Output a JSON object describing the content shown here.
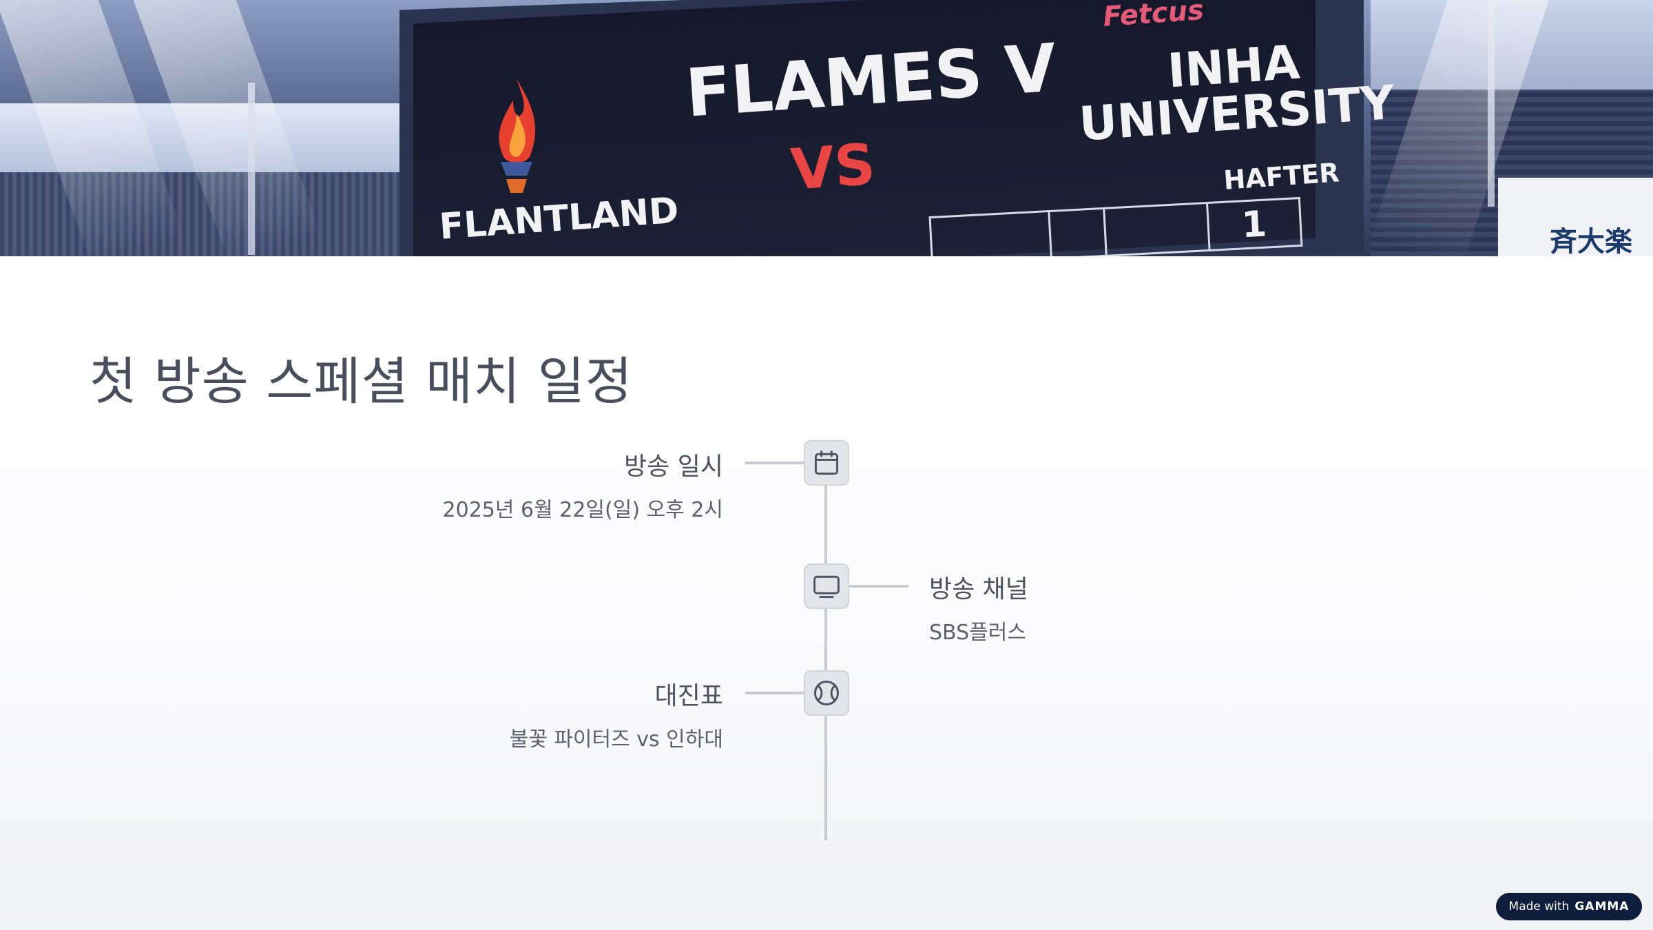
{
  "hero": {
    "board_team_left": "FLANTLAND",
    "board_team_main": "FLAMES V",
    "board_vs": "VS",
    "board_team_right_line1": "INHA",
    "board_team_right_line2": "UNIVERSITY",
    "board_score_label": "HAFTER",
    "board_badge": "Fetcus",
    "board_score_value": "1",
    "ad_text": "斉大楽園"
  },
  "page": {
    "title": "첫 방송 스페셜 매치 일정"
  },
  "timeline": {
    "items": [
      {
        "label": "방송 일시",
        "value": "2025년 6월 22일(일) 오후 2시",
        "icon": "calendar-icon"
      },
      {
        "label": "방송 채널",
        "value": "SBS플러스",
        "icon": "tv-icon"
      },
      {
        "label": "대진표",
        "value": "불꽃 파이터즈 vs 인하대",
        "icon": "baseball-icon"
      }
    ]
  },
  "badge": {
    "prefix": "Made with",
    "brand": "GAMMA"
  },
  "colors": {
    "title": "#4a4d5c",
    "line": "#c9cacf",
    "node_bg": "#e4e5ea",
    "badge_bg": "#0f1d3c",
    "vs_red": "#e94545"
  }
}
